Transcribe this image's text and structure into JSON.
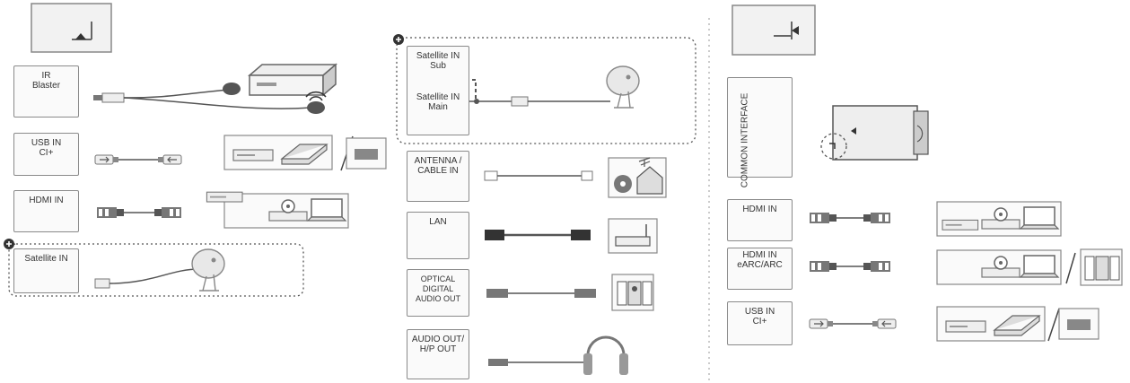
{
  "ports": {
    "ir_blaster": "IR\nBlaster",
    "usb_in_left": "USB IN\nCI+",
    "hdmi_in_left": "HDMI IN",
    "satellite_in": "Satellite IN",
    "satellite_in_sub": "Satellite IN\nSub",
    "satellite_in_main": "Satellite IN\nMain",
    "antenna_cable_in": "ANTENNA /\nCABLE IN",
    "lan": "LAN",
    "optical_digital_audio_out": "OPTICAL DIGITAL\nAUDIO OUT",
    "audio_out_hp_out": "AUDIO OUT/\nH/P OUT",
    "common_interface": "COMMON INTERFACE",
    "hdmi_in_right": "HDMI IN",
    "hdmi_in_earc_arc": "HDMI IN\neARC/ARC",
    "usb_in_right": "USB IN\nCI+"
  },
  "icons": {
    "tv_back_panel": "tv-back-panel-icon",
    "tv_side_panel": "tv-side-panel-icon",
    "satellite_dish": "satellite-dish-icon",
    "set_top_box": "set-top-box-icon",
    "router": "router-icon",
    "speakers": "speakers-icon",
    "headphones": "headphones-icon",
    "antenna_house": "antenna-house-icon",
    "usb_drive": "usb-drive-icon",
    "hard_drive": "external-hdd-icon",
    "laptop": "laptop-icon",
    "dvd_player": "dvd-player-icon",
    "ci_module": "ci-module-icon"
  },
  "colors": {
    "line": "#555555",
    "panel_fill": "#f2f2f2",
    "device_fill": "#dddddd"
  }
}
